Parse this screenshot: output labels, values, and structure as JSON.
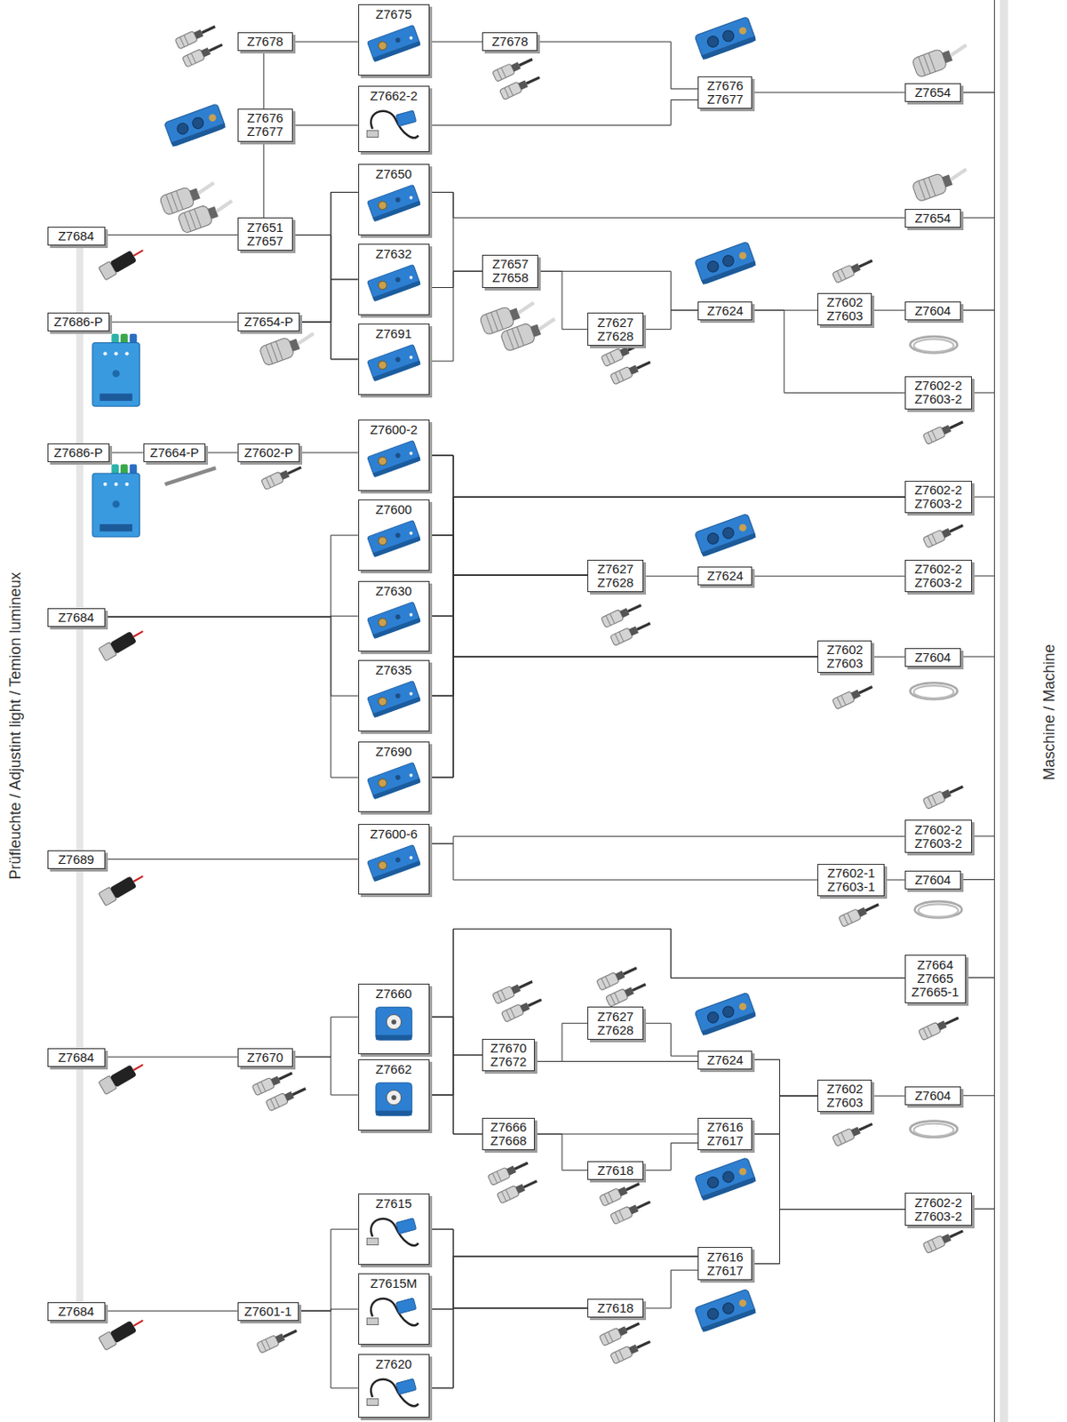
{
  "diagram": {
    "nodes": [
      {
        "text": [
          "Z7678"
        ]
      },
      {
        "text": [
          "Z7675"
        ]
      },
      {
        "text": [
          "Z7678"
        ]
      },
      {
        "text": [
          "Z7676",
          "Z7677"
        ]
      },
      {
        "text": [
          "Z7662-2"
        ]
      },
      {
        "text": [
          "Z7654"
        ]
      },
      {
        "text": [
          "Z7676",
          "Z7677"
        ]
      },
      {
        "text": [
          "Z7650"
        ]
      },
      {
        "text": [
          "Z7654"
        ]
      },
      {
        "text": [
          "Z7684"
        ]
      },
      {
        "text": [
          "Z7651",
          "Z7657"
        ]
      },
      {
        "text": [
          "Z7632"
        ]
      },
      {
        "text": [
          "Z7657",
          "Z7658"
        ]
      },
      {
        "text": [
          "Z7686-P"
        ]
      },
      {
        "text": [
          "Z7654-P"
        ]
      },
      {
        "text": [
          "Z7627",
          "Z7628"
        ]
      },
      {
        "text": [
          "Z7624"
        ]
      },
      {
        "text": [
          "Z7602",
          "Z7603"
        ]
      },
      {
        "text": [
          "Z7604"
        ]
      },
      {
        "text": [
          "Z7691"
        ]
      },
      {
        "text": [
          "Z7602-2",
          "Z7603-2"
        ]
      },
      {
        "text": [
          "Z7686-P"
        ]
      },
      {
        "text": [
          "Z7664-P"
        ]
      },
      {
        "text": [
          "Z7602-P"
        ]
      },
      {
        "text": [
          "Z7600-2"
        ]
      },
      {
        "text": [
          "Z7602-2",
          "Z7603-2"
        ]
      },
      {
        "text": [
          "Z7600"
        ]
      },
      {
        "text": [
          "Z7627",
          "Z7628"
        ]
      },
      {
        "text": [
          "Z7624"
        ]
      },
      {
        "text": [
          "Z7602-2",
          "Z7603-2"
        ]
      },
      {
        "text": [
          "Z7630"
        ]
      },
      {
        "text": [
          "Z7684"
        ]
      },
      {
        "text": [
          "Z7602",
          "Z7603"
        ]
      },
      {
        "text": [
          "Z7604"
        ]
      },
      {
        "text": [
          "Z7635"
        ]
      },
      {
        "text": [
          "Z7690"
        ]
      },
      {
        "text": [
          "Z7600-6"
        ]
      },
      {
        "text": [
          "Z7602-2",
          "Z7603-2"
        ]
      },
      {
        "text": [
          "Z7689"
        ]
      },
      {
        "text": [
          "Z7602-1",
          "Z7603-1"
        ]
      },
      {
        "text": [
          "Z7604"
        ]
      },
      {
        "text": [
          "Z7664",
          "Z7665",
          "Z7665-1"
        ]
      },
      {
        "text": [
          "Z7660"
        ]
      },
      {
        "text": [
          "Z7627",
          "Z7628"
        ]
      },
      {
        "text": [
          "Z7670",
          "Z7672"
        ]
      },
      {
        "text": [
          "Z7684"
        ]
      },
      {
        "text": [
          "Z7670"
        ]
      },
      {
        "text": [
          "Z7624"
        ]
      },
      {
        "text": [
          "Z7662"
        ]
      },
      {
        "text": [
          "Z7602",
          "Z7603"
        ]
      },
      {
        "text": [
          "Z7604"
        ]
      },
      {
        "text": [
          "Z7666",
          "Z7668"
        ]
      },
      {
        "text": [
          "Z7616",
          "Z7617"
        ]
      },
      {
        "text": [
          "Z7618"
        ]
      },
      {
        "text": [
          "Z7602-2",
          "Z7603-2"
        ]
      },
      {
        "text": [
          "Z7615"
        ]
      },
      {
        "text": [
          "Z7616",
          "Z7617"
        ]
      },
      {
        "text": [
          "Z7615M"
        ]
      },
      {
        "text": [
          "Z7684"
        ]
      },
      {
        "text": [
          "Z7601-1"
        ]
      },
      {
        "text": [
          "Z7618"
        ]
      },
      {
        "text": [
          "Z7620"
        ]
      }
    ],
    "edges": [
      {
        "from": 0,
        "to": 1,
        "arrow": "none"
      },
      {
        "from": 1,
        "to": 2,
        "arrow": "none"
      },
      {
        "from": 2,
        "to": 3,
        "arrow": "none"
      },
      {
        "from": 4,
        "to": 3,
        "arrow": "none"
      },
      {
        "from": 3,
        "to": 5,
        "arrow": "none"
      },
      {
        "from": 0,
        "to": 6,
        "arrow": "none"
      },
      {
        "from": 6,
        "to": 10,
        "arrow": "none"
      },
      {
        "from": 6,
        "to": 4,
        "arrow": "none"
      },
      {
        "from": 9,
        "to": 10,
        "arrow": "none"
      },
      {
        "from": 10,
        "to": 7,
        "arrow": "none"
      },
      {
        "from": 10,
        "to": 11,
        "arrow": "none"
      },
      {
        "from": 10,
        "to": 19,
        "arrow": "none"
      },
      {
        "from": 13,
        "to": 14,
        "arrow": "none"
      },
      {
        "from": 14,
        "to": 7,
        "arrow": "none"
      },
      {
        "from": 14,
        "to": 11,
        "arrow": "none"
      },
      {
        "from": 14,
        "to": 19,
        "arrow": "none"
      },
      {
        "from": 7,
        "to": 8,
        "arrow": "none"
      },
      {
        "from": 7,
        "to": 12,
        "arrow": "none"
      },
      {
        "from": 11,
        "to": 12,
        "arrow": "none"
      },
      {
        "from": 19,
        "to": 12,
        "arrow": "none"
      },
      {
        "from": 12,
        "to": 16,
        "arrow": "none"
      },
      {
        "from": 12,
        "to": 15,
        "arrow": "none"
      },
      {
        "from": 15,
        "to": 16,
        "arrow": "none"
      },
      {
        "from": 16,
        "to": 17,
        "arrow": "none"
      },
      {
        "from": 17,
        "to": 18,
        "arrow": "none"
      },
      {
        "from": 16,
        "to": 20,
        "arrow": "none"
      },
      {
        "from": 21,
        "to": 22,
        "arrow": "none"
      },
      {
        "from": 22,
        "to": 23,
        "arrow": "none"
      },
      {
        "from": 23,
        "to": 24,
        "arrow": "none"
      },
      {
        "from": 24,
        "to": 25,
        "arrow": "none"
      },
      {
        "from": 24,
        "to": 27,
        "arrow": "none"
      },
      {
        "from": 24,
        "to": 32,
        "arrow": "none"
      },
      {
        "from": 26,
        "to": 25,
        "arrow": "none"
      },
      {
        "from": 26,
        "to": 27,
        "arrow": "none"
      },
      {
        "from": 26,
        "to": 32,
        "arrow": "none"
      },
      {
        "from": 30,
        "to": 25,
        "arrow": "none"
      },
      {
        "from": 30,
        "to": 27,
        "arrow": "none"
      },
      {
        "from": 30,
        "to": 32,
        "arrow": "none"
      },
      {
        "from": 34,
        "to": 25,
        "arrow": "none"
      },
      {
        "from": 34,
        "to": 27,
        "arrow": "none"
      },
      {
        "from": 34,
        "to": 32,
        "arrow": "none"
      },
      {
        "from": 35,
        "to": 25,
        "arrow": "none"
      },
      {
        "from": 35,
        "to": 27,
        "arrow": "none"
      },
      {
        "from": 35,
        "to": 32,
        "arrow": "none"
      },
      {
        "from": 31,
        "to": 26,
        "arrow": "none"
      },
      {
        "from": 31,
        "to": 30,
        "arrow": "none"
      },
      {
        "from": 31,
        "to": 34,
        "arrow": "none"
      },
      {
        "from": 31,
        "to": 35,
        "arrow": "none"
      },
      {
        "from": 27,
        "to": 28,
        "arrow": "none"
      },
      {
        "from": 28,
        "to": 29,
        "arrow": "none"
      },
      {
        "from": 32,
        "to": 33,
        "arrow": "none"
      },
      {
        "from": 38,
        "to": 36,
        "arrow": "none"
      },
      {
        "from": 36,
        "to": 37,
        "arrow": "none"
      },
      {
        "from": 36,
        "to": 39,
        "arrow": "none"
      },
      {
        "from": 39,
        "to": 40,
        "arrow": "none"
      },
      {
        "from": 45,
        "to": 46,
        "arrow": "none"
      },
      {
        "from": 46,
        "to": 42,
        "arrow": "none"
      },
      {
        "from": 46,
        "to": 48,
        "arrow": "none"
      },
      {
        "from": 42,
        "to": 41,
        "arrow": "none"
      },
      {
        "from": 42,
        "to": 44,
        "arrow": "none"
      },
      {
        "from": 42,
        "to": 51,
        "arrow": "none"
      },
      {
        "from": 48,
        "to": 41,
        "arrow": "none"
      },
      {
        "from": 48,
        "to": 44,
        "arrow": "none"
      },
      {
        "from": 48,
        "to": 51,
        "arrow": "none"
      },
      {
        "from": 44,
        "to": 43,
        "arrow": "none"
      },
      {
        "from": 44,
        "to": 47,
        "arrow": "none"
      },
      {
        "from": 43,
        "to": 47,
        "arrow": "none"
      },
      {
        "from": 47,
        "to": 49,
        "arrow": "none"
      },
      {
        "from": 47,
        "to": 54,
        "arrow": "none"
      },
      {
        "from": 51,
        "to": 52,
        "arrow": "none"
      },
      {
        "from": 51,
        "to": 53,
        "arrow": "none"
      },
      {
        "from": 53,
        "to": 52,
        "arrow": "none"
      },
      {
        "from": 52,
        "to": 49,
        "arrow": "none"
      },
      {
        "from": 52,
        "to": 54,
        "arrow": "none"
      },
      {
        "from": 49,
        "to": 50,
        "arrow": "none"
      },
      {
        "from": 58,
        "to": 59,
        "arrow": "none"
      },
      {
        "from": 59,
        "to": 55,
        "arrow": "none"
      },
      {
        "from": 59,
        "to": 57,
        "arrow": "none"
      },
      {
        "from": 59,
        "to": 61,
        "arrow": "none"
      },
      {
        "from": 55,
        "to": 56,
        "arrow": "none"
      },
      {
        "from": 55,
        "to": 60,
        "arrow": "none"
      },
      {
        "from": 57,
        "to": 56,
        "arrow": "none"
      },
      {
        "from": 57,
        "to": 60,
        "arrow": "none"
      },
      {
        "from": 61,
        "to": 56,
        "arrow": "none"
      },
      {
        "from": 61,
        "to": 60,
        "arrow": "none"
      },
      {
        "from": 60,
        "to": 56,
        "arrow": "none"
      },
      {
        "from": 56,
        "to": 49,
        "arrow": "none"
      },
      {
        "from": 56,
        "to": 54,
        "arrow": "none"
      }
    ],
    "labels": [
      "Prüfleuchte / Adjustint light / Temion lumineux",
      "Maschine / Machine"
    ]
  }
}
